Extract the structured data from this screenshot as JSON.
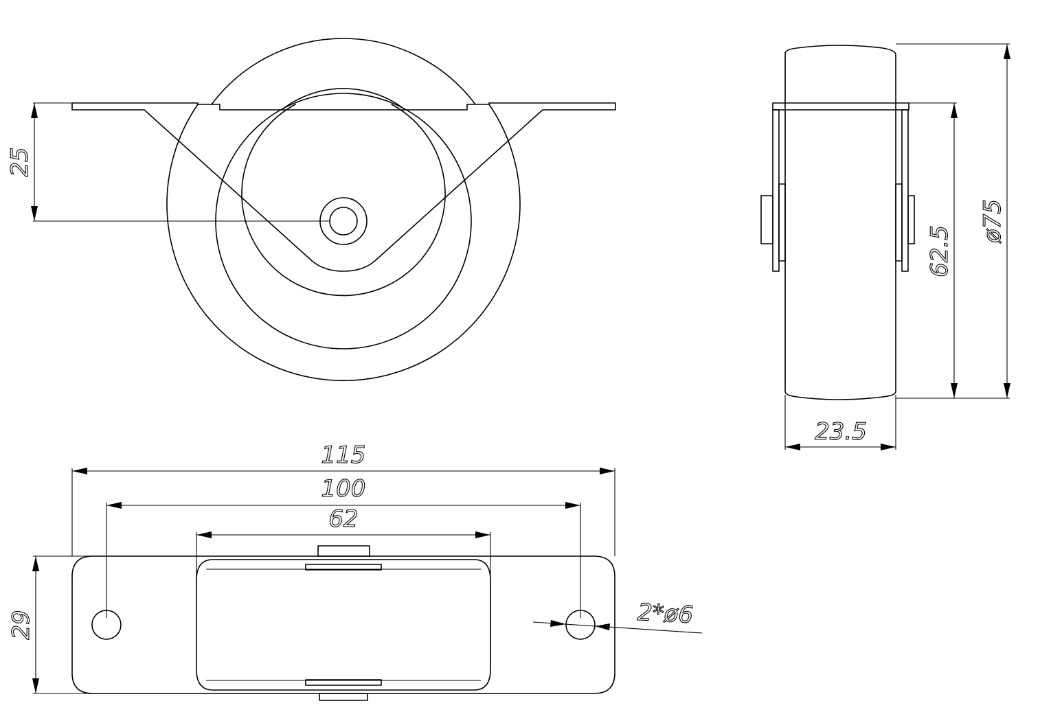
{
  "dimensions": {
    "mount_height": "25",
    "width_overall": "115",
    "hole_spacing": "100",
    "wheel_span": "62",
    "plate_depth": "29",
    "holes": "2*ø6",
    "wheel_width": "23.5",
    "axle_height": "62.5",
    "wheel_diameter": "ø75"
  }
}
